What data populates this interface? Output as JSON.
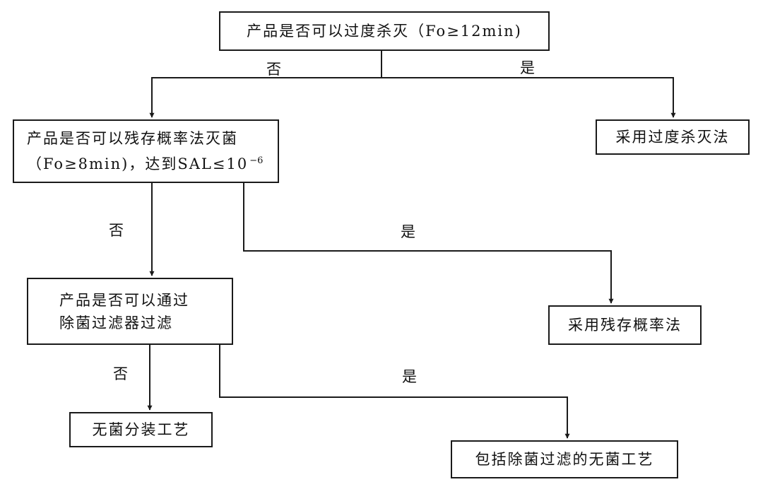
{
  "nodes": {
    "q1": {
      "text": "产品是否可以过度杀灭（Fo≥12min)"
    },
    "q2": {
      "line1": "产品是否可以残存概率法灭菌",
      "line2": "（Fo≥8min)，达到SAL≤10",
      "line2_sup": "−6"
    },
    "q3": {
      "line1": "产品是否可以通过",
      "line2": "除菌过滤器过滤"
    },
    "r1": {
      "text": "采用过度杀灭法"
    },
    "r2": {
      "text": "采用残存概率法"
    },
    "r3": {
      "text": "无菌分装工艺"
    },
    "r4": {
      "text": "包括除菌过滤的无菌工艺"
    }
  },
  "edge_labels": {
    "q1_no": "否",
    "q1_yes": "是",
    "q2_no": "否",
    "q2_yes": "是",
    "q3_no": "否",
    "q3_yes": "是"
  },
  "colors": {
    "line": "#1a1a1a",
    "text": "#111111",
    "background": "#ffffff"
  }
}
